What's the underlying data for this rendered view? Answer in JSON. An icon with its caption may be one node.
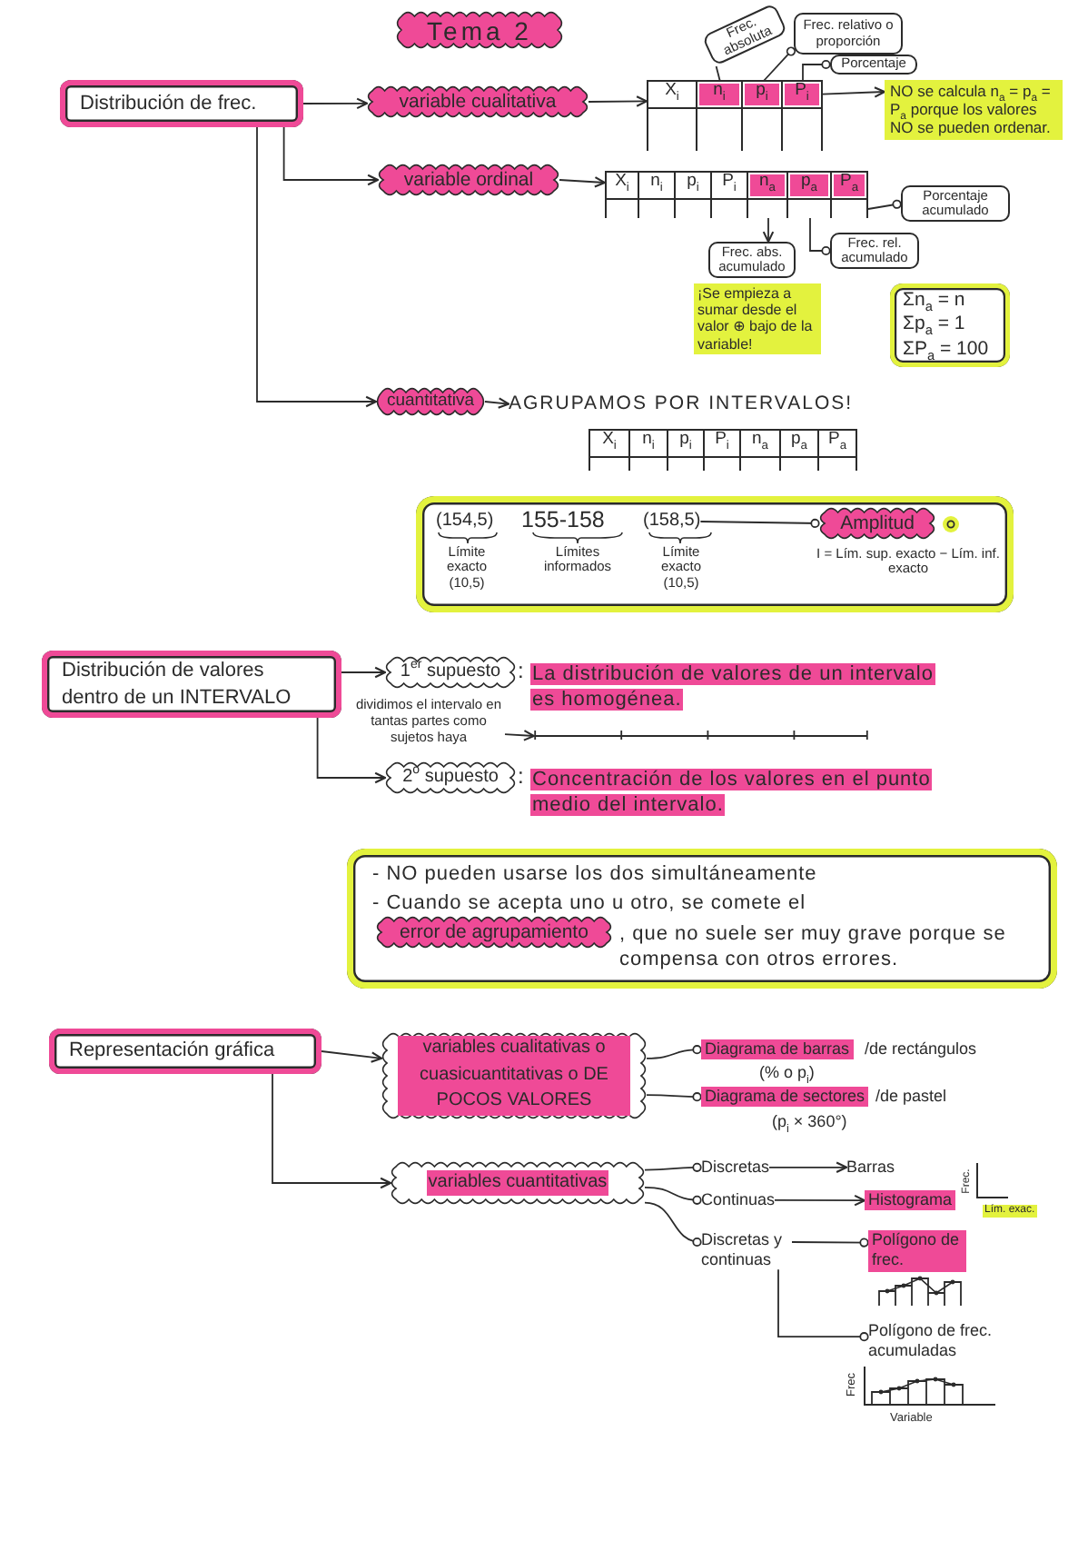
{
  "diagram": {
    "title": "Tema 2",
    "nodes": [
      {
        "text": [
          "Distribución de frec."
        ]
      },
      {
        "text": [
          "variable cualitativa"
        ]
      },
      {
        "text": [],
        "shape": "box"
      },
      {
        "text": [
          "X$_{i}$"
        ],
        "in": 2
      },
      {
        "text": [
          "n$_{i}$"
        ],
        "in": 2
      },
      {
        "text": [
          "p$_{i}$"
        ],
        "in": 2
      },
      {
        "text": [
          "P$_{i}$"
        ],
        "in": 2
      },
      {
        "text": [
          "Frec. absoluta"
        ]
      },
      {
        "text": [
          "Frec. relativo o proporción"
        ]
      },
      {
        "text": [
          "Porcentaje"
        ]
      },
      {
        "text": [
          "NO se calcula n$_{a}$ = p$_{a}$ = P$_{a}$ porque los valores NO se pueden ordenar."
        ]
      },
      {
        "text": [
          "variable ordinal"
        ]
      },
      {
        "text": [],
        "shape": "box"
      },
      {
        "text": [
          "X$_{i}$"
        ],
        "in": 12
      },
      {
        "text": [
          "n$_{i}$"
        ],
        "in": 12
      },
      {
        "text": [
          "p$_{i}$"
        ],
        "in": 12
      },
      {
        "text": [
          "P$_{i}$"
        ],
        "in": 12
      },
      {
        "text": [
          "n$_{a}$"
        ],
        "in": 12
      },
      {
        "text": [
          "p$_{a}$"
        ],
        "in": 12
      },
      {
        "text": [
          "P$_{a}$"
        ],
        "in": 12
      },
      {
        "text": [
          "Frec. abs. acumulado"
        ]
      },
      {
        "text": [
          "Frec. rel. acumulado"
        ]
      },
      {
        "text": [
          "Porcentaje acumulado"
        ]
      },
      {
        "text": [
          "Σn$_{a}$ = n",
          "Σp$_{a}$ = 1",
          "ΣP$_{a}$ = 100"
        ]
      },
      {
        "text": [
          "cuantitativa"
        ]
      },
      {
        "text": [
          "AGRUPAMOS POR INTERVALOS!"
        ]
      },
      {
        "text": [],
        "shape": "box"
      },
      {
        "text": [
          "X$_{i}$"
        ],
        "in": 26
      },
      {
        "text": [
          "n$_{i}$"
        ],
        "in": 26
      },
      {
        "text": [
          "p$_{i}$"
        ],
        "in": 26
      },
      {
        "text": [
          "P$_{i}$"
        ],
        "in": 26
      },
      {
        "text": [
          "n$_{a}$"
        ],
        "in": 26
      },
      {
        "text": [
          "p$_{a}$"
        ],
        "in": 26
      },
      {
        "text": [
          "P$_{a}$"
        ],
        "in": 26
      },
      {
        "text": [],
        "shape": "box"
      },
      {
        "text": [
          "(154,5)"
        ],
        "in": 34,
        "beside": [
          "Límite exacto (10,5)"
        ]
      },
      {
        "text": [
          "155-158"
        ],
        "in": 34,
        "beside": [
          "Límites informados"
        ]
      },
      {
        "text": [
          "(158,5)"
        ],
        "in": 34,
        "beside": [
          "Límite exacto (10,5)"
        ]
      },
      {
        "text": [
          "Amplitud"
        ],
        "in": 34,
        "beside": [
          "I = Lím. sup. exacto − Lím. inf. exacto"
        ]
      },
      {
        "text": [
          "Distribución de valores dentro de un INTERVALO"
        ]
      },
      {
        "text": [
          "1$^{er}$ supuesto"
        ],
        "beside": [
          ":",
          "La distribución de valores de un intervalo es homogénea."
        ]
      },
      {
        "text": [
          "dividimos el intervalo en tantas partes como sujetos haya"
        ]
      },
      {
        "text": [],
        "shape": "line"
      },
      {
        "text": [
          "2$^{o}$ supuesto"
        ],
        "beside": [
          ":",
          "Concentración de los valores en el punto medio del intervalo."
        ]
      },
      {
        "text": [
          "- NO pueden usarse los dos simultáneamente",
          "- Cuando se acepta uno u otro, se comete el",
          ", que no suele ser muy grave porque se compensa con otros errores."
        ]
      },
      {
        "text": [
          "error de agrupamiento"
        ],
        "in": 44
      },
      {
        "text": [
          "Representación gráfica"
        ]
      },
      {
        "text": [
          "variables cualitativas o cuasicuantitativas o DE POCOS VALORES"
        ]
      },
      {
        "text": [
          "Diagrama de barras"
        ],
        "beside": [
          "/de rectángulos",
          "(% o p$_{i}$)"
        ]
      },
      {
        "text": [
          "Diagrama de sectores"
        ],
        "beside": [
          "/de pastel",
          "(p$_{i}$ × 360°)"
        ]
      },
      {
        "text": [
          "variables cuantitativas"
        ]
      },
      {
        "text": [
          "Discretas"
        ]
      },
      {
        "text": [
          "Barras"
        ]
      },
      {
        "text": [
          "Continuas"
        ]
      },
      {
        "text": [
          "Histograma"
        ]
      },
      {
        "text": [
          "Discretas y continuas"
        ]
      },
      {
        "text": [
          "Polígono de frec."
        ]
      },
      {
        "text": [
          "Polígono de frec. acumuladas"
        ]
      }
    ],
    "edges": [
      {
        "from": 0,
        "to": 1,
        "arrow": "to"
      },
      {
        "from": 1,
        "to": 2,
        "arrow": "to"
      },
      {
        "from": 4,
        "to": 7,
        "arrow": "none"
      },
      {
        "from": 5,
        "to": 8,
        "arrow": "other"
      },
      {
        "from": 6,
        "to": 9,
        "arrow": "other"
      },
      {
        "from": 2,
        "to": 10,
        "arrow": "to"
      },
      {
        "from": 0,
        "to": 11,
        "arrow": "to"
      },
      {
        "from": 11,
        "to": 12,
        "arrow": "to"
      },
      {
        "from": 17,
        "to": 20,
        "arrow": "to"
      },
      {
        "from": 18,
        "to": 21,
        "arrow": "other"
      },
      {
        "from": 19,
        "to": 22,
        "arrow": "other"
      },
      {
        "from": 0,
        "to": 24,
        "arrow": "to"
      },
      {
        "from": 24,
        "to": 25,
        "arrow": "to"
      },
      {
        "from": 37,
        "to": 38,
        "arrow": "other"
      },
      {
        "from": 39,
        "to": 40,
        "arrow": "to"
      },
      {
        "from": 41,
        "to": 42,
        "arrow": "to"
      },
      {
        "from": 39,
        "to": 43,
        "arrow": "to"
      },
      {
        "from": 46,
        "to": 47,
        "arrow": "to"
      },
      {
        "from": 47,
        "to": 48,
        "arrow": "other"
      },
      {
        "from": 47,
        "to": 49,
        "arrow": "other"
      },
      {
        "from": 46,
        "to": 50,
        "arrow": "to"
      },
      {
        "from": 50,
        "to": 51,
        "arrow": "other"
      },
      {
        "from": 51,
        "to": 52,
        "arrow": "to"
      },
      {
        "from": 50,
        "to": 53,
        "arrow": "other"
      },
      {
        "from": 53,
        "to": 54,
        "arrow": "to"
      },
      {
        "from": 50,
        "to": 55,
        "arrow": "other"
      },
      {
        "from": 55,
        "to": 56,
        "arrow": "other"
      },
      {
        "from": 55,
        "to": 57,
        "arrow": "other"
      }
    ],
    "labels": [
      "¡Se empieza a sumar desde el valor ⊕ bajo de la variable!",
      "Frec.",
      "Lím. exac.",
      "Frec",
      "Variable"
    ]
  }
}
